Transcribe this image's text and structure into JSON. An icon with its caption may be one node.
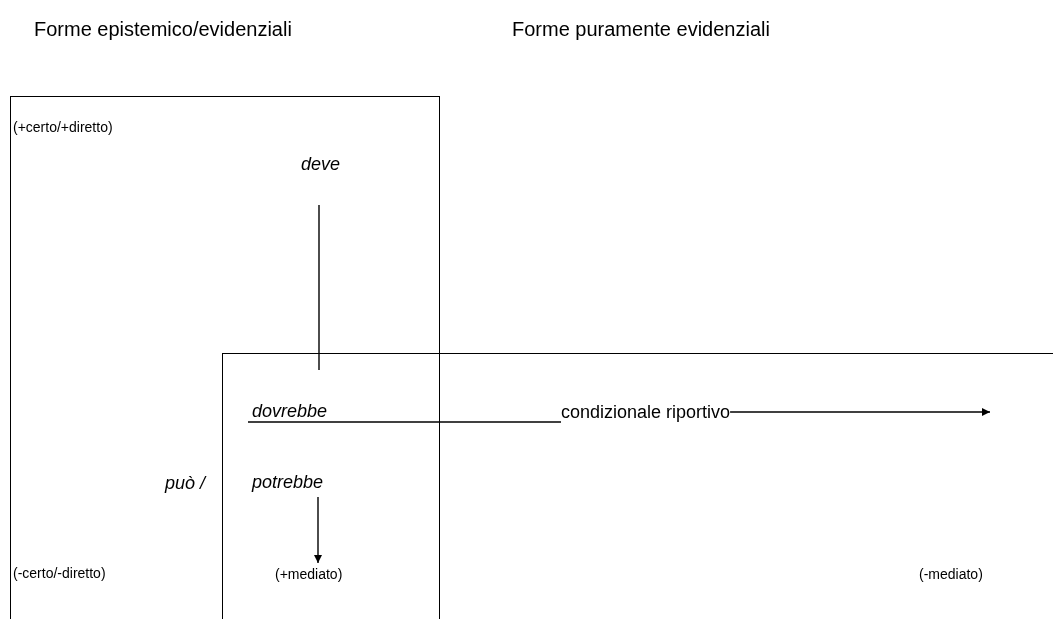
{
  "diagram": {
    "nodes": [
      {
        "text": [
          "(+certo/+diretto)",
          "(-certo/-diretto)"
        ]
      },
      {
        "text": [
          "(+mediato)",
          "(-mediato)"
        ]
      },
      {
        "text": [
          "deve"
        ],
        "in": 0
      },
      {
        "text": [
          "dovrebbe"
        ]
      },
      {
        "text": [
          "condizionale riportivo"
        ],
        "in": 1
      },
      {
        "text": [
          "può  /"
        ],
        "in": 0
      },
      {
        "text": [
          "potrebbe"
        ]
      }
    ],
    "edges": [
      {
        "from": 2,
        "to": 3,
        "arrow": "none"
      },
      {
        "from": 3,
        "to": 4,
        "arrow": "none"
      },
      {
        "from": 4,
        "to": null,
        "arrow": "to"
      },
      {
        "from": 6,
        "to": null,
        "arrow": "to"
      }
    ],
    "labels": [
      "Forme epistemico/evidenziali",
      "Forme puramente evidenziali"
    ]
  }
}
